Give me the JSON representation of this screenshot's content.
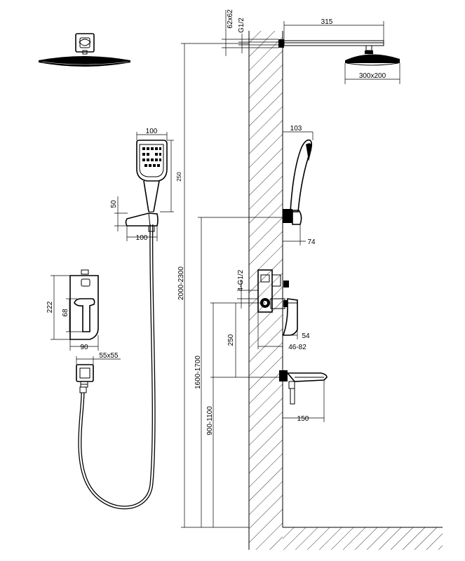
{
  "dimensions": {
    "flange": "62x62",
    "thread_top": "G1/2",
    "arm_length": "315",
    "head_size": "300x200",
    "handheld_width_top": "100",
    "handheld_height": "250",
    "holder_height": "50",
    "holder_width": "100",
    "holder_projection": "74",
    "total_height": "2000-2300",
    "holder_mount_height": "1600-1700",
    "mixer_thread": "4-G1/2",
    "mixer_spacing": "250",
    "mixer_depth_a": "54",
    "mixer_depth_b": "46-82",
    "spout_height": "900-1100",
    "spout_length": "150",
    "plate_height": "222",
    "plate_inner": "68",
    "plate_width": "90",
    "outlet_size": "55x55"
  }
}
